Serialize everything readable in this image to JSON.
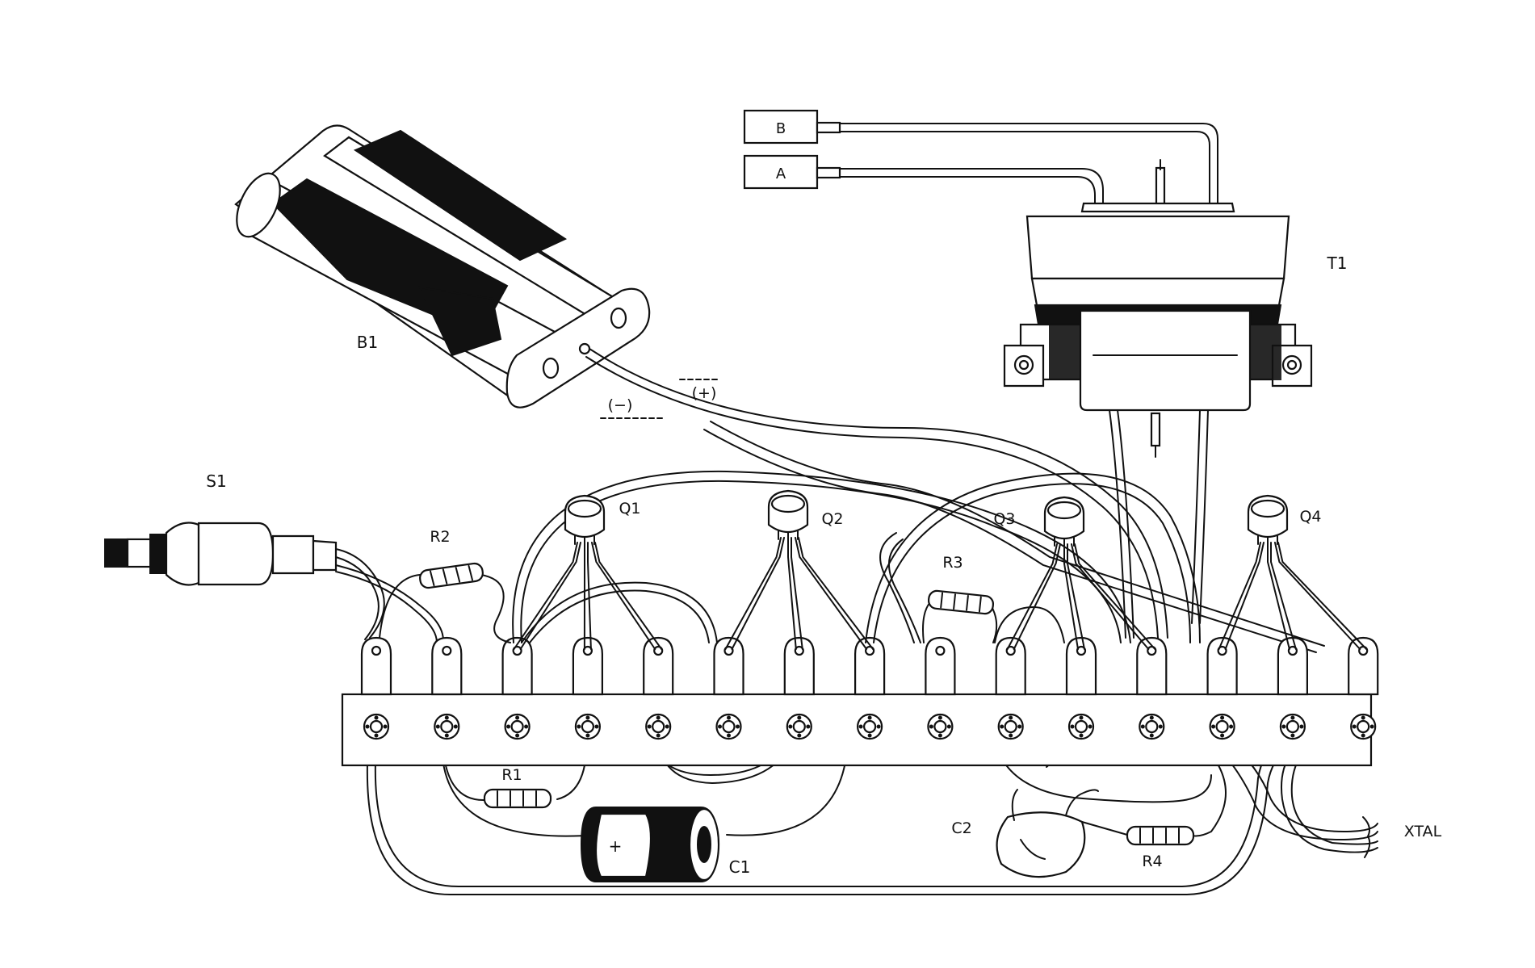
{
  "labels": {
    "b1": "B1",
    "s1": "S1",
    "t1": "T1",
    "q1": "Q1",
    "q2": "Q2",
    "q3": "Q3",
    "q4": "Q4",
    "r1": "R1",
    "r2": "R2",
    "r3": "R3",
    "r4": "R4",
    "c1": "C1",
    "c2": "C2",
    "terminal_a": "A",
    "terminal_b": "B",
    "xtal": "XTAL",
    "battery_negative": "(−)",
    "battery_positive": "(+)",
    "capacitor_polarity": "+"
  }
}
